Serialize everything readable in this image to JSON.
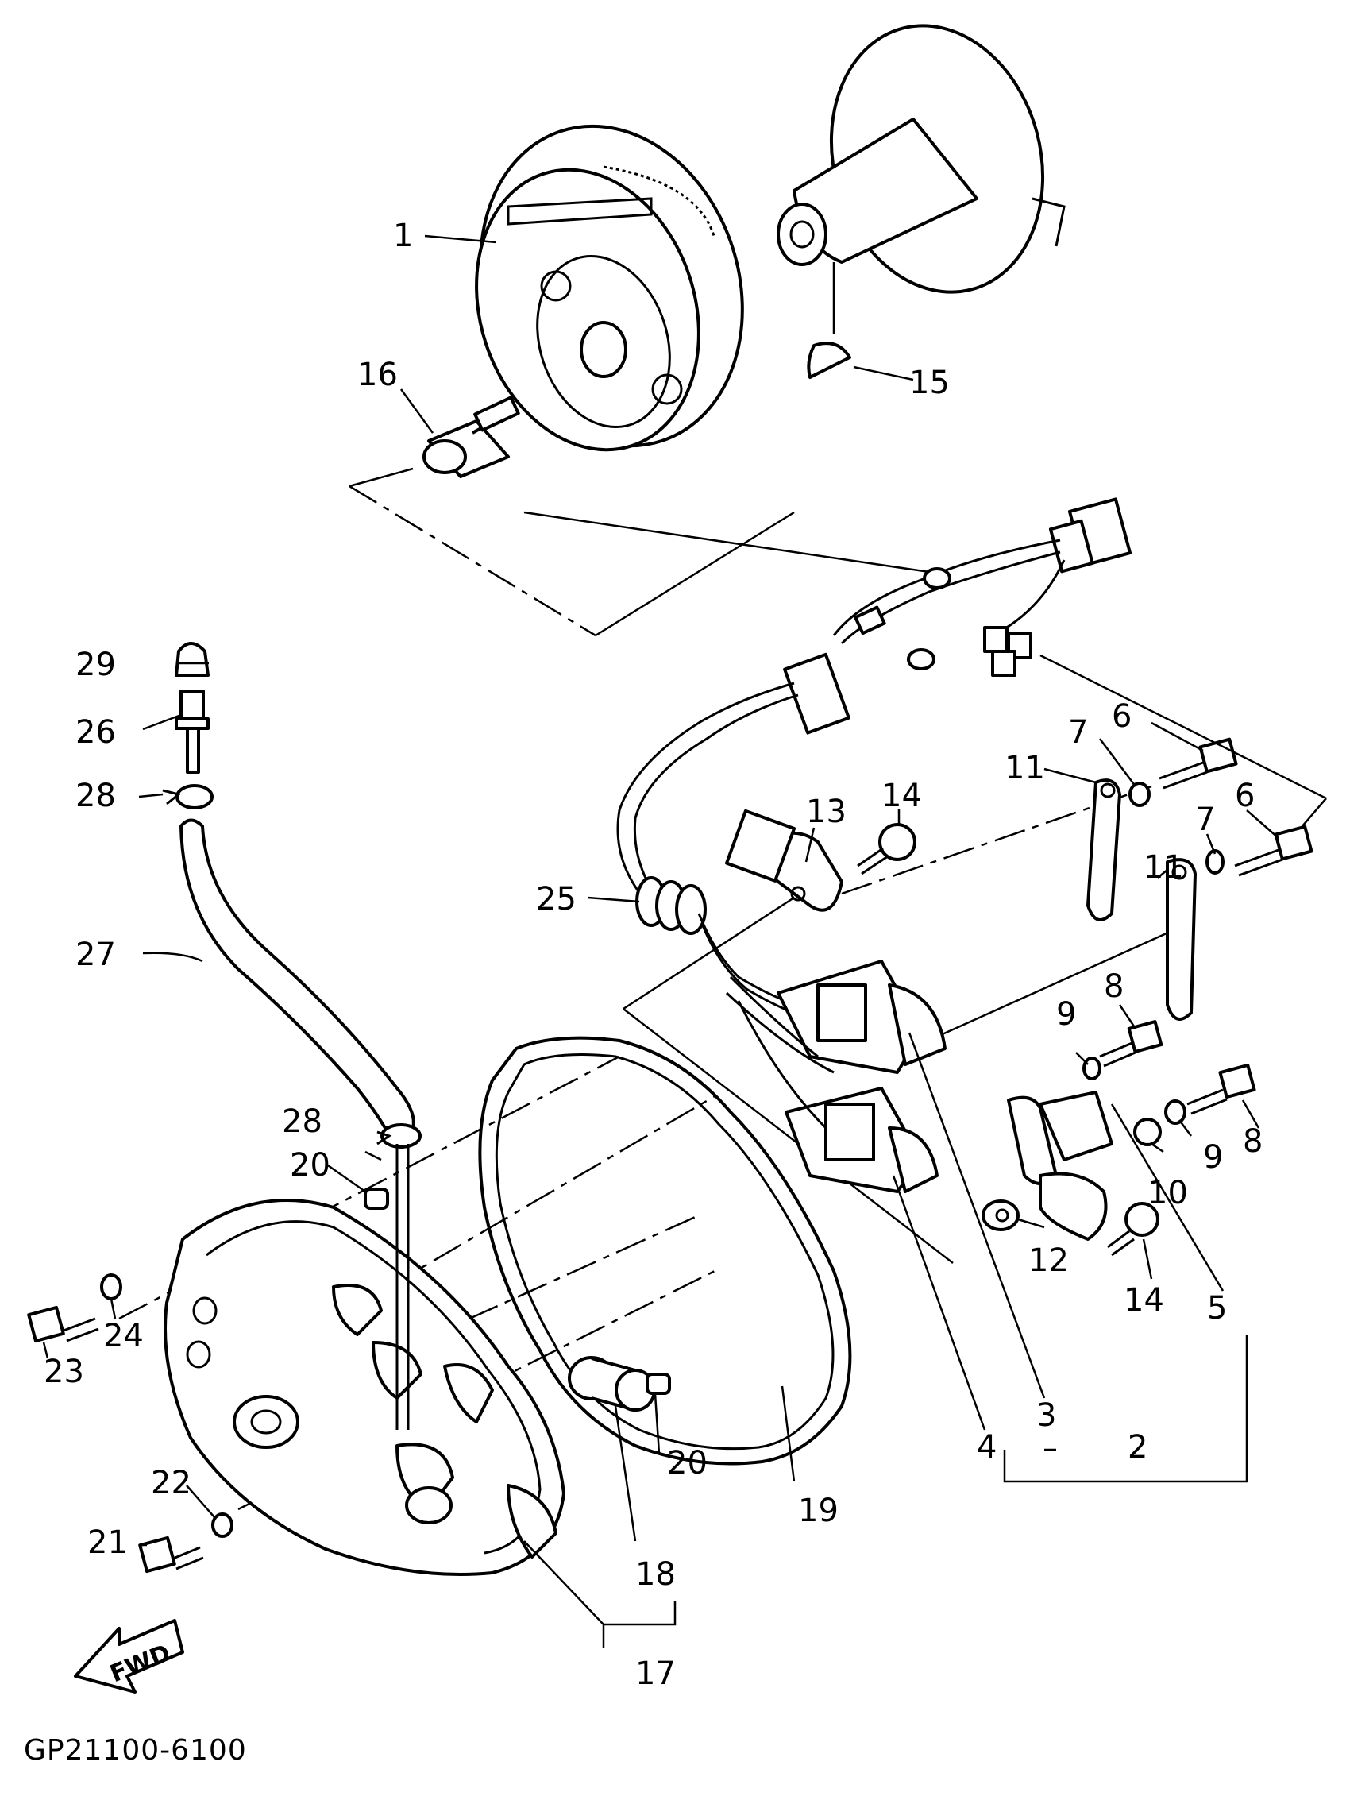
{
  "diagram": {
    "drawing_code": "GP21100-6100",
    "fwd_label": "FWD",
    "callouts": [
      "1",
      "2",
      "3",
      "4",
      "5",
      "6",
      "6",
      "7",
      "7",
      "8",
      "8",
      "9",
      "9",
      "10",
      "11",
      "11",
      "12",
      "13",
      "14",
      "14",
      "15",
      "16",
      "17",
      "18",
      "19",
      "20",
      "20",
      "21",
      "22",
      "23",
      "24",
      "25",
      "26",
      "27",
      "28",
      "28",
      "29"
    ]
  }
}
